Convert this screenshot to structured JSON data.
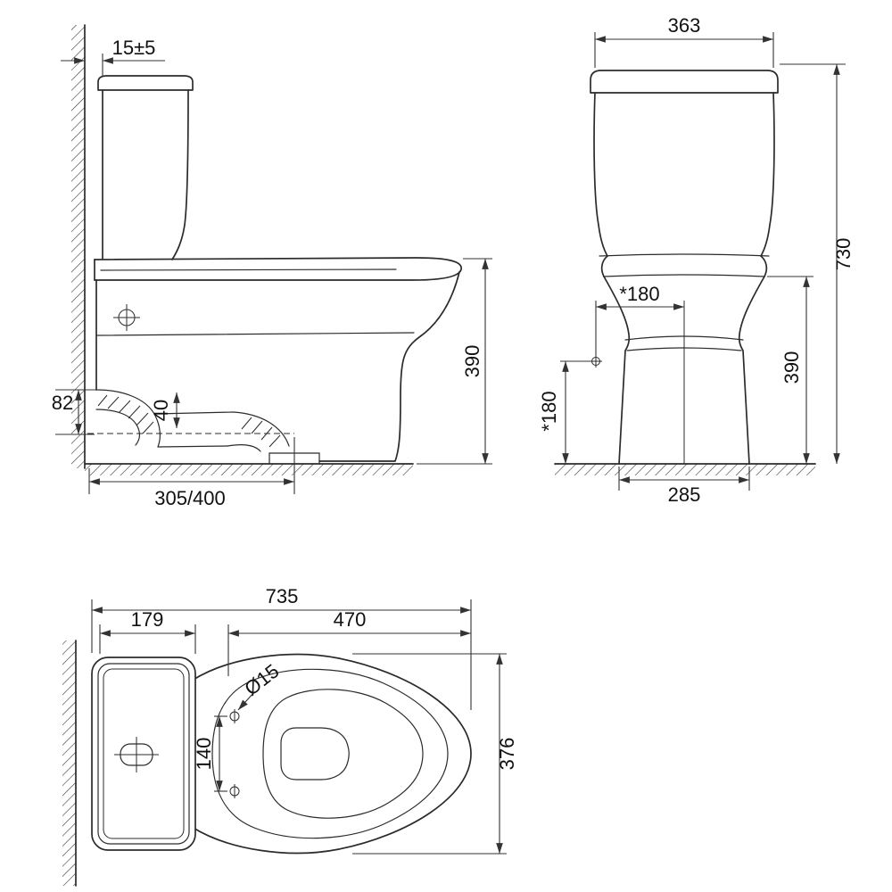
{
  "views": {
    "side": {
      "wall_gap": "15±5",
      "rim_height": "390",
      "outlet_height": "82",
      "trap_width": "40",
      "rough_in": "305/400"
    },
    "front": {
      "tank_width": "363",
      "overall_height": "730",
      "supply_offset_h": "*180",
      "bowl_height": "390",
      "supply_offset_v": "*180",
      "base_width": "285"
    },
    "top": {
      "overall_length": "735",
      "tank_depth": "179",
      "seat_length": "470",
      "hole_diameter": "Ø15",
      "hole_spacing": "140",
      "bowl_width": "376"
    }
  }
}
